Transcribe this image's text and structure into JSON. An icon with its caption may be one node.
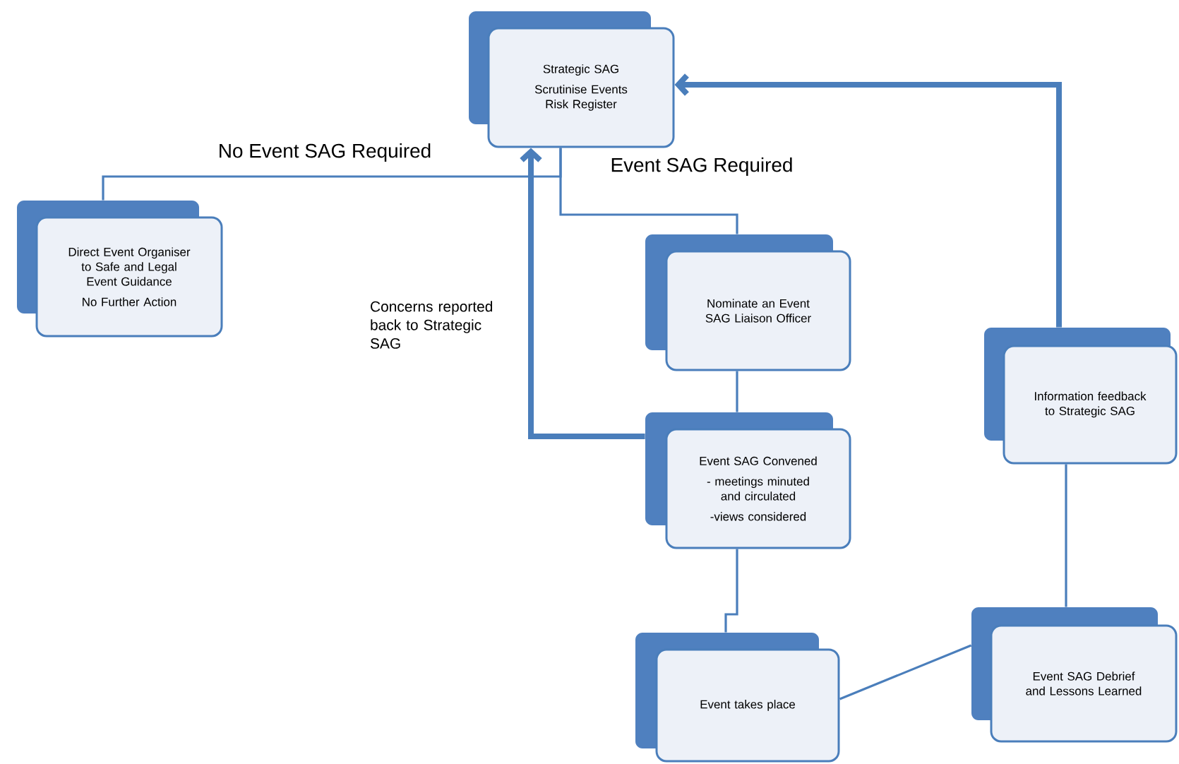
{
  "diagram": {
    "nodes": [
      {
        "text": [
          "Strategic SAG",
          "Scrutinise Events Risk Register"
        ]
      },
      {
        "text": [
          "Direct Event Organiser to Safe and Legal Event Guidance",
          "No Further Action"
        ]
      },
      {
        "text": [
          "Nominate  an Event SAG Liaison  Officer"
        ]
      },
      {
        "text": [
          "Event SAG Convened",
          "- meetings minuted and circulated",
          "-views considered"
        ]
      },
      {
        "text": [
          "Event takes place"
        ]
      },
      {
        "text": [
          "Information feedback to Strategic SAG"
        ]
      },
      {
        "text": [
          "Event SAG Debrief and Lessons Learned"
        ]
      }
    ],
    "edges": [
      {
        "from": 0,
        "to": 1,
        "arrow": "none",
        "label": "No Event SAG Required"
      },
      {
        "from": 0,
        "to": 2,
        "arrow": "none",
        "label": "Event SAG Required"
      },
      {
        "from": 2,
        "to": 3,
        "arrow": "none"
      },
      {
        "from": 3,
        "to": 0,
        "arrow": "to",
        "style": "thick",
        "label": "Concerns reported back to Strategic SAG"
      },
      {
        "from": 3,
        "to": 4,
        "arrow": "none"
      },
      {
        "from": 4,
        "to": 6,
        "arrow": "none"
      },
      {
        "from": 6,
        "to": 5,
        "arrow": "none"
      },
      {
        "from": 5,
        "to": 0,
        "arrow": "to",
        "style": "thick"
      }
    ]
  }
}
